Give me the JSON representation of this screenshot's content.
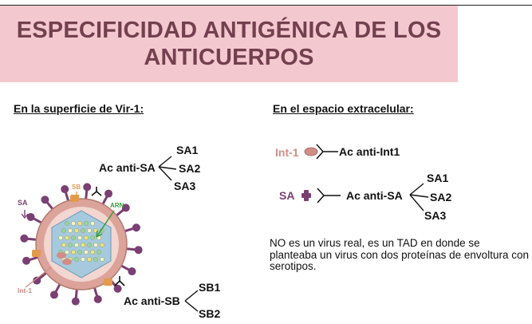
{
  "title": {
    "line1": "ESPECIFICIDAD ANTIGÉNICA DE LOS",
    "line2": "ANTICUERPOS"
  },
  "left_heading": "En la superficie de Vir-1:",
  "right_heading": "En el espacio extracelular:",
  "virus": {
    "label_SA": "SA",
    "label_SB": "SB",
    "label_ARN": "ARN",
    "label_Int1": "Int-1"
  },
  "antibody_SA_surface": {
    "name": "Ac anti-SA",
    "targets": [
      "SA1",
      "SA2",
      "SA3"
    ]
  },
  "antibody_SB_surface": {
    "name": "Ac anti-SB",
    "targets": [
      "SB1",
      "SB2"
    ]
  },
  "extracellular": {
    "int1_label": "Int-1",
    "int1_antibody": "Ac anti-Int1",
    "sa_label": "SA",
    "sa_antibody": "Ac anti-SA",
    "sa_targets": [
      "SA1",
      "SA2",
      "SA3"
    ]
  },
  "note": "NO es un virus real, es un TAD en donde se planteaba un virus con dos proteínas de envoltura con serotipos.",
  "colors": {
    "title_band": "#f3c9cf",
    "title_text": "#73404f",
    "spike_purple": "#7a3f73",
    "envelope_pink": "#dba39a",
    "capsid_blue": "#a7c9dd",
    "int1_pink": "#cf8d86",
    "sb_orange": "#e29a4b",
    "arn_green": "#3d9a3d"
  }
}
